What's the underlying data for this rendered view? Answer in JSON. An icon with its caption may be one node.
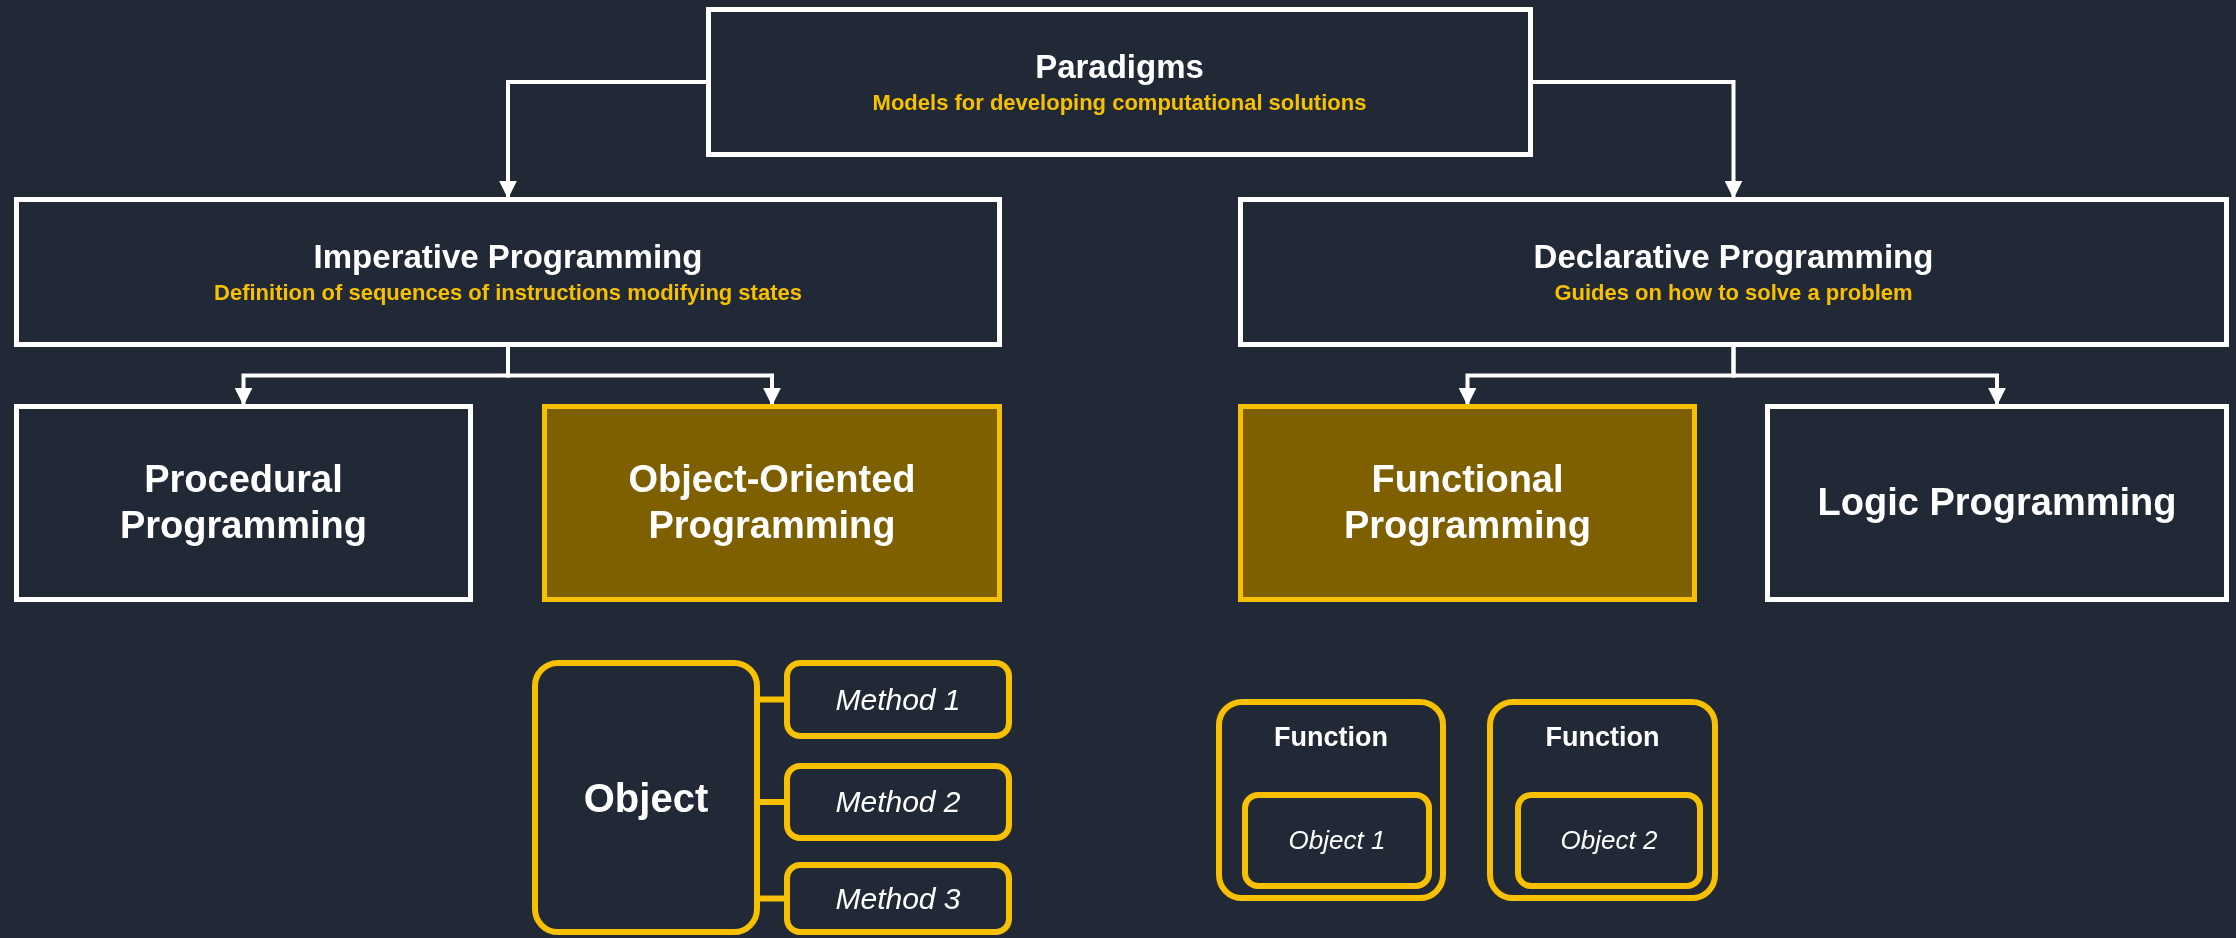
{
  "diagram": {
    "nodes": [
      {
        "text": [
          "Paradigms",
          "Models for developing computational solutions"
        ]
      },
      {
        "text": [
          "Imperative Programming",
          "Definition of sequences of instructions modifying states"
        ]
      },
      {
        "text": [
          "Declarative Programming",
          "Guides on how to solve a problem"
        ]
      },
      {
        "text": [
          "Procedural Programming"
        ]
      },
      {
        "text": [
          "Object-Oriented Programming"
        ]
      },
      {
        "text": [
          "Functional Programming"
        ]
      },
      {
        "text": [
          "Logic Programming"
        ]
      },
      {
        "text": [
          "Object"
        ]
      },
      {
        "text": [
          "Method 1"
        ]
      },
      {
        "text": [
          "Method 2"
        ]
      },
      {
        "text": [
          "Method 3"
        ]
      },
      {
        "text": [
          "Function"
        ]
      },
      {
        "text": [
          "Object 1"
        ],
        "in": 11
      },
      {
        "text": [
          "Function"
        ]
      },
      {
        "text": [
          "Object 2"
        ],
        "in": 13
      }
    ],
    "edges": [
      {
        "from": 0,
        "to": 1,
        "arrow": "to"
      },
      {
        "from": 0,
        "to": 2,
        "arrow": "to"
      },
      {
        "from": 1,
        "to": 3,
        "arrow": "to"
      },
      {
        "from": 1,
        "to": 4,
        "arrow": "to"
      },
      {
        "from": 2,
        "to": 5,
        "arrow": "to"
      },
      {
        "from": 2,
        "to": 6,
        "arrow": "to"
      },
      {
        "from": 7,
        "to": 8,
        "arrow": "none",
        "color": "#f7c000"
      },
      {
        "from": 7,
        "to": 9,
        "arrow": "none",
        "color": "#f7c000"
      },
      {
        "from": 7,
        "to": 10,
        "arrow": "none",
        "color": "#f7c000"
      }
    ]
  }
}
